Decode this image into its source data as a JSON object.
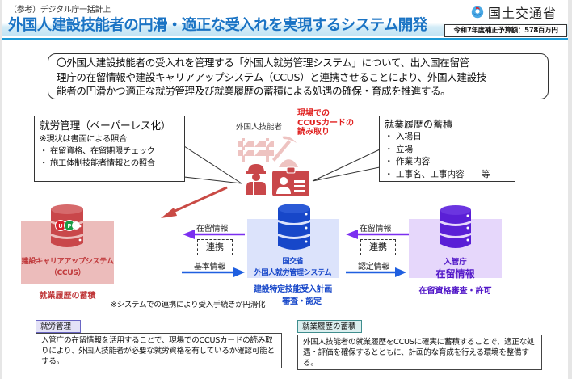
{
  "header": {
    "pre_title": "（参考）デジタル庁一括計上",
    "title": "外国人建設技能者の円滑・適正な受入れを実現するシステム開発",
    "ministry": "国土交通省",
    "budget": "令和7年度補正予算額：578百万円"
  },
  "summary": {
    "lines": [
      "〇外国人建設技能者の受入れを管理する「外国人就労管理システム」について、出入国在留管",
      "理庁の在留情報や建設キャリアアップシステム（CCUS）と連携させることにより、外国人建設技",
      "能者の円滑かつ適正な就労管理及び就業履歴の蓄積による処遇の確保・育成を推進する。"
    ]
  },
  "callout_left": {
    "title": "就労管理（ペーパーレス化）",
    "items": [
      "※現状は書面による照合",
      "・ 在留資格、在留期限チェック",
      "・ 施工体制技能者情報との照合"
    ]
  },
  "callout_right": {
    "title": "就業履歴の蓄積",
    "items": [
      "・ 入場日",
      "・ 立場",
      "・ 作業内容",
      "・ 工事名、工事内容　　等"
    ]
  },
  "worker": {
    "label": "外国人技能者",
    "ccus_read": [
      "現場での",
      "CCUSカードの",
      "読み取り"
    ]
  },
  "systems": {
    "ccus": {
      "name": "建設キャリアアップシステム",
      "abbr": "（CCUS）",
      "caption": "就業履歴の蓄積",
      "color": "#c0393b"
    },
    "mlit": {
      "org": "国交省",
      "name": "外国人就労管理システム",
      "caption_lines": [
        "建設特定技能受入計画",
        "審査・認定"
      ],
      "color": "#1747c9"
    },
    "isa": {
      "org": "入管庁",
      "name": "在留情報",
      "caption": "在留資格審査・許可",
      "color": "#5218c8"
    }
  },
  "flows": {
    "left": {
      "top_label": "在留情報",
      "link": "連携",
      "bottom_label": "基本情報"
    },
    "right": {
      "top_label": "在留情報",
      "link": "連携",
      "bottom_label": "認定情報"
    }
  },
  "note": "※システムでの連携により受入手続きが円滑化",
  "panels": {
    "left": {
      "tag": "就労管理",
      "body": "入管庁の在留情報を活用することで、現場でのCCUSカードの読み取りにより、外国人技能者が必要な就労資格を有しているか確認可能とする。"
    },
    "right": {
      "tag": "就業履歴の蓄積",
      "body": "外国人技能者の就業履歴をCCUSに確実に蓄積することで、適正な処遇・評価を確保するとともに、計画的な育成を行える環境を整備する。"
    }
  },
  "icons": {
    "ministry_logo": "mlit-logo-icon",
    "database": "database-icon",
    "worker": "construction-worker-icon",
    "id_card": "id-card-icon",
    "barrier": "road-barrier-icon",
    "pickaxe": "pickaxe-icon"
  },
  "colors": {
    "title_blue": "#1a73c4",
    "ccus_red": "#c0393b",
    "mlit_blue": "#1747c9",
    "isa_purple": "#5218c8",
    "arrow_purple": "#7b2ff0",
    "arrow_blue": "#1f5fe0",
    "arrow_red": "#c94a45"
  }
}
